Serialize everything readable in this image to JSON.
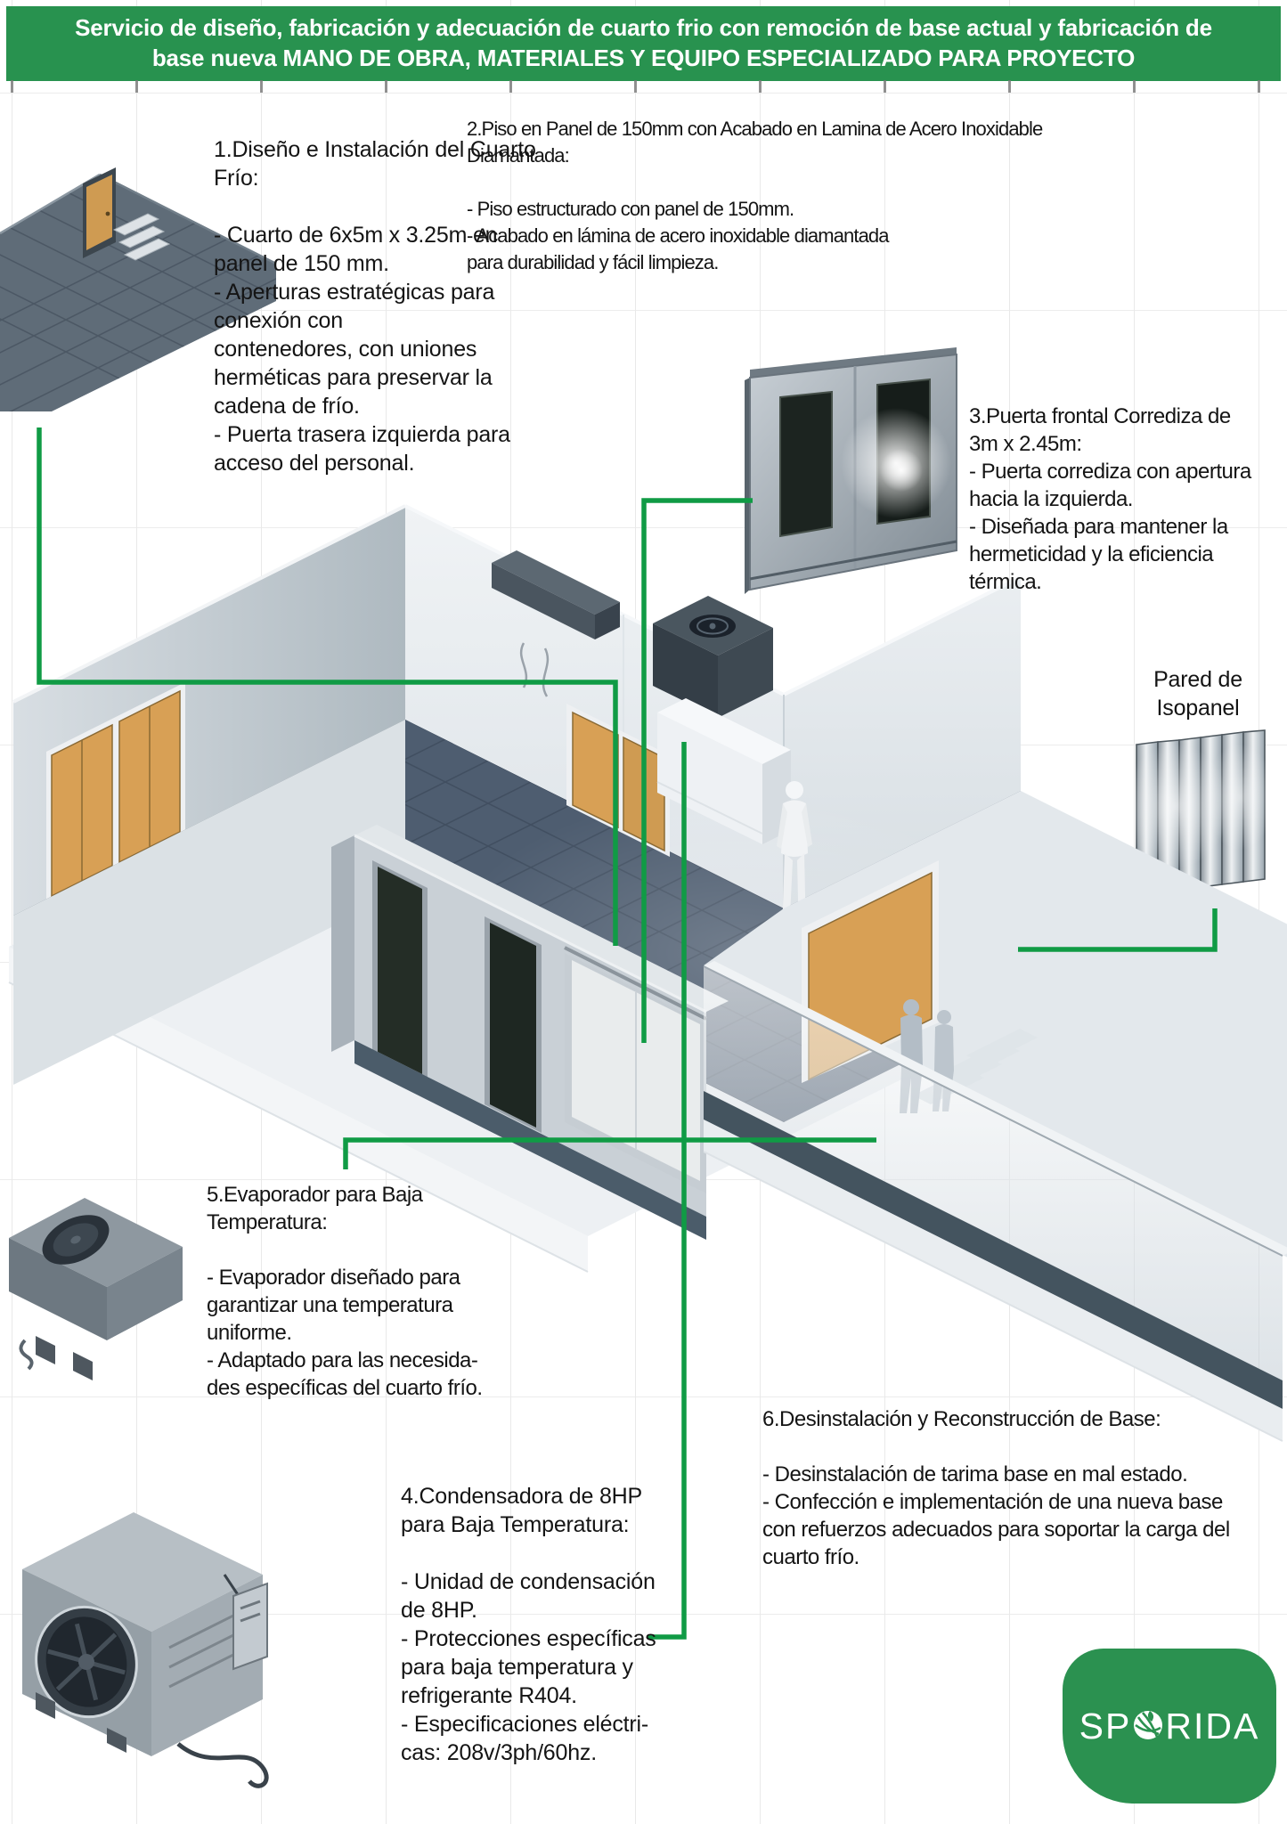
{
  "banner": {
    "line1": "Servicio de diseño, fabricación y adecuación de cuarto frio con remoción de base actual y fabricación de",
    "line2": "base nueva MANO DE OBRA, MATERIALES Y EQUIPO ESPECIALIZADO PARA PROYECTO"
  },
  "sections": {
    "design": {
      "text": "1.Diseño e Instalación del Cuarto\nFrío:\n\n- Cuarto de 6x5m x 3.25m en\npanel de 150 mm.\n- Aperturas estratégicas para\nconexión con\ncontenedores, con uniones\nherméticas para preservar la\ncadena de frío.\n- Puerta trasera izquierda para\nacceso del personal."
    },
    "floor_panel": {
      "text": "2.Piso en Panel de 150mm con Acabado en Lamina de Acero Inoxidable\nDiamantada:\n\n- Piso estructurado con panel de 150mm.\n- Acabado en lámina de acero inoxidable diamantada\npara durabilidad y fácil limpieza."
    },
    "sliding_door": {
      "text": "3.Puerta frontal Corrediza de\n3m x 2.45m:\n- Puerta corrediza con apertura\nhacia la izquierda.\n- Diseñada para mantener la\nhermeticidad y la eficiencia\ntérmica."
    },
    "condenser": {
      "text": "4.Condensadora de 8HP\npara Baja Temperatura:\n\n- Unidad de condensación\nde 8HP.\n- Protecciones específicas\npara baja temperatura y\nrefrigerante R404.\n- Especificaciones eléctri-\ncas: 208v/3ph/60hz."
    },
    "evaporator": {
      "text": "5.Evaporador para Baja\nTemperatura:\n\n- Evaporador diseñado para\ngarantizar una temperatura\nuniforme.\n- Adaptado para las necesida-\ndes específicas del cuarto frío."
    },
    "base_rebuild": {
      "text": "6.Desinstalación y Reconstrucción de Base:\n\n- Desinstalación de tarima base en mal estado.\n- Confección e implementación de una nueva base\ncon refuerzos adecuados para soportar la carga del\ncuarto frío."
    },
    "isopanel_label": "Pared de\nIsopanel"
  },
  "logo": {
    "text_left": "SP",
    "text_right": "RIDA"
  },
  "colors": {
    "banner_green": "#28924f",
    "connector_green": "#109b45",
    "logo_green": "#2b9150",
    "door_orange": "#d8a055",
    "floor_slate": "#4e5d70",
    "plinth_dark": "#4b5c6a"
  }
}
